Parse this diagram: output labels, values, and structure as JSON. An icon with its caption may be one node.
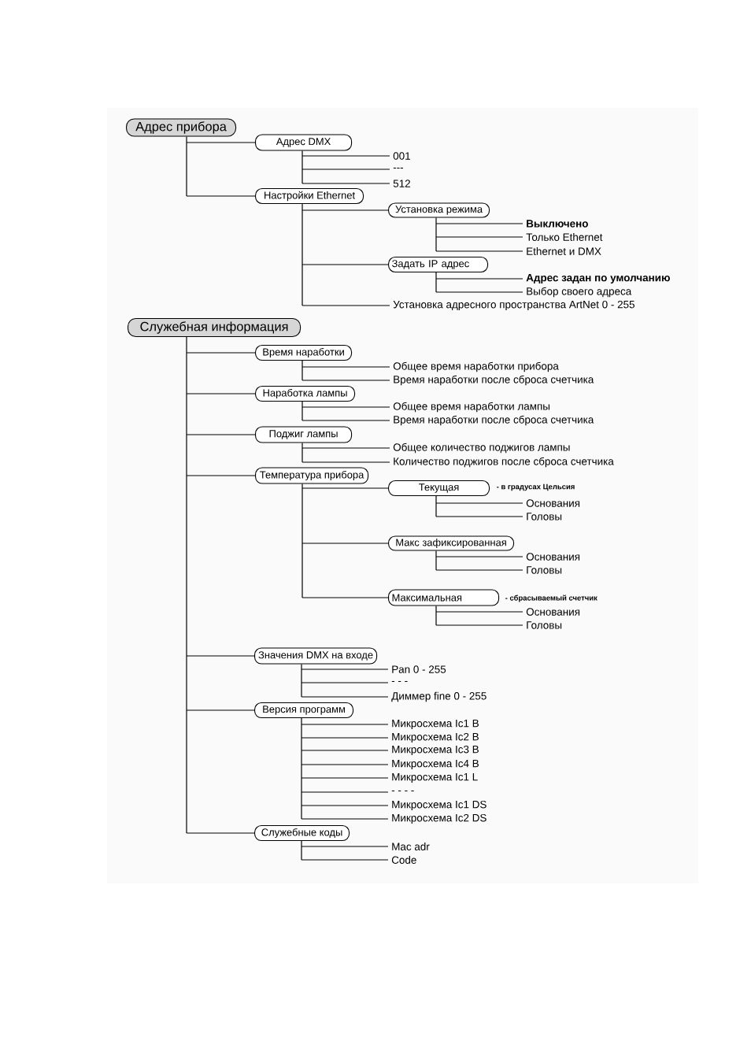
{
  "diagram": {
    "nodes": [
      {
        "text": [
          "Адрес прибора"
        ]
      },
      {
        "text": [
          "Адрес DMX"
        ]
      },
      {
        "text": [
          "001"
        ]
      },
      {
        "text": [
          "---"
        ]
      },
      {
        "text": [
          "512"
        ]
      },
      {
        "text": [
          "Настройки Ethernet"
        ]
      },
      {
        "text": [
          "Установка режима"
        ]
      },
      {
        "text": [
          "Выключено"
        ]
      },
      {
        "text": [
          "Только Ethernet"
        ]
      },
      {
        "text": [
          "Ethernet и DMX"
        ]
      },
      {
        "text": [
          "Задать IP адрес"
        ]
      },
      {
        "text": [
          "Адрес задан по умолчанию"
        ]
      },
      {
        "text": [
          "Выбор своего адреса"
        ]
      },
      {
        "text": [
          "Установка адресного пространства ArtNet 0 - 255"
        ]
      },
      {
        "text": [
          "Служебная информация"
        ]
      },
      {
        "text": [
          "Время наработки"
        ]
      },
      {
        "text": [
          "Общее время наработки прибора"
        ]
      },
      {
        "text": [
          "Время наработки после сброса счетчика"
        ]
      },
      {
        "text": [
          "Наработка лампы"
        ]
      },
      {
        "text": [
          "Общее время наработки лампы"
        ]
      },
      {
        "text": [
          "Время наработки после сброса счетчика"
        ]
      },
      {
        "text": [
          "Поджиг лампы"
        ]
      },
      {
        "text": [
          "Общее количество поджигов лампы"
        ]
      },
      {
        "text": [
          "Количество поджигов после сброса счетчика"
        ]
      },
      {
        "text": [
          "Температура прибора"
        ]
      },
      {
        "text": [
          "Текущая"
        ],
        "beside": [
          "- в градусах Цельсия"
        ]
      },
      {
        "text": [
          "Основания"
        ]
      },
      {
        "text": [
          "Головы"
        ]
      },
      {
        "text": [
          "Макс зафиксированная"
        ]
      },
      {
        "text": [
          "Основания"
        ]
      },
      {
        "text": [
          "Головы"
        ]
      },
      {
        "text": [
          "Максимальная"
        ],
        "beside": [
          "- сбрасываемый счетчик"
        ]
      },
      {
        "text": [
          "Основания"
        ]
      },
      {
        "text": [
          "Головы"
        ]
      },
      {
        "text": [
          "Значения DMX на входе"
        ]
      },
      {
        "text": [
          "Pan 0 - 255"
        ]
      },
      {
        "text": [
          "- - -"
        ]
      },
      {
        "text": [
          "Диммер fine 0 - 255"
        ]
      },
      {
        "text": [
          "Версия программ"
        ]
      },
      {
        "text": [
          "Микросхема Ic1 B"
        ]
      },
      {
        "text": [
          "Микросхема Ic2 B"
        ]
      },
      {
        "text": [
          "Микросхема Ic3 B"
        ]
      },
      {
        "text": [
          "Микросхема Ic4 B"
        ]
      },
      {
        "text": [
          "Микросхема Ic1 L"
        ]
      },
      {
        "text": [
          "- - - -"
        ]
      },
      {
        "text": [
          "Микросхема Ic1 DS"
        ]
      },
      {
        "text": [
          "Микросхема Ic2 DS"
        ]
      },
      {
        "text": [
          "Служебные коды"
        ]
      },
      {
        "text": [
          "Mac adr"
        ]
      },
      {
        "text": [
          "Code"
        ]
      }
    ],
    "edges": [
      {
        "from": 0,
        "to": 1,
        "arrow": "none"
      },
      {
        "from": 0,
        "to": 5,
        "arrow": "none"
      },
      {
        "from": 1,
        "to": 2,
        "arrow": "none"
      },
      {
        "from": 1,
        "to": 3,
        "arrow": "none"
      },
      {
        "from": 1,
        "to": 4,
        "arrow": "none"
      },
      {
        "from": 5,
        "to": 6,
        "arrow": "none"
      },
      {
        "from": 5,
        "to": 10,
        "arrow": "none"
      },
      {
        "from": 5,
        "to": 13,
        "arrow": "none"
      },
      {
        "from": 6,
        "to": 7,
        "arrow": "none"
      },
      {
        "from": 6,
        "to": 8,
        "arrow": "none"
      },
      {
        "from": 6,
        "to": 9,
        "arrow": "none"
      },
      {
        "from": 10,
        "to": 11,
        "arrow": "none"
      },
      {
        "from": 10,
        "to": 12,
        "arrow": "none"
      },
      {
        "from": 14,
        "to": 15,
        "arrow": "none"
      },
      {
        "from": 14,
        "to": 18,
        "arrow": "none"
      },
      {
        "from": 14,
        "to": 21,
        "arrow": "none"
      },
      {
        "from": 14,
        "to": 24,
        "arrow": "none"
      },
      {
        "from": 14,
        "to": 34,
        "arrow": "none"
      },
      {
        "from": 14,
        "to": 38,
        "arrow": "none"
      },
      {
        "from": 14,
        "to": 47,
        "arrow": "none"
      },
      {
        "from": 15,
        "to": 16,
        "arrow": "none"
      },
      {
        "from": 15,
        "to": 17,
        "arrow": "none"
      },
      {
        "from": 18,
        "to": 19,
        "arrow": "none"
      },
      {
        "from": 18,
        "to": 20,
        "arrow": "none"
      },
      {
        "from": 21,
        "to": 22,
        "arrow": "none"
      },
      {
        "from": 21,
        "to": 23,
        "arrow": "none"
      },
      {
        "from": 24,
        "to": 25,
        "arrow": "none"
      },
      {
        "from": 24,
        "to": 28,
        "arrow": "none"
      },
      {
        "from": 24,
        "to": 31,
        "arrow": "none"
      },
      {
        "from": 25,
        "to": 26,
        "arrow": "none"
      },
      {
        "from": 25,
        "to": 27,
        "arrow": "none"
      },
      {
        "from": 28,
        "to": 29,
        "arrow": "none"
      },
      {
        "from": 28,
        "to": 30,
        "arrow": "none"
      },
      {
        "from": 31,
        "to": 32,
        "arrow": "none"
      },
      {
        "from": 31,
        "to": 33,
        "arrow": "none"
      },
      {
        "from": 34,
        "to": 35,
        "arrow": "none"
      },
      {
        "from": 34,
        "to": 36,
        "arrow": "none"
      },
      {
        "from": 34,
        "to": 37,
        "arrow": "none"
      },
      {
        "from": 38,
        "to": 39,
        "arrow": "none"
      },
      {
        "from": 38,
        "to": 40,
        "arrow": "none"
      },
      {
        "from": 38,
        "to": 41,
        "arrow": "none"
      },
      {
        "from": 38,
        "to": 42,
        "arrow": "none"
      },
      {
        "from": 38,
        "to": 43,
        "arrow": "none"
      },
      {
        "from": 38,
        "to": 44,
        "arrow": "none"
      },
      {
        "from": 38,
        "to": 45,
        "arrow": "none"
      },
      {
        "from": 38,
        "to": 46,
        "arrow": "none"
      },
      {
        "from": 47,
        "to": 48,
        "arrow": "none"
      },
      {
        "from": 47,
        "to": 49,
        "arrow": "none"
      }
    ]
  }
}
